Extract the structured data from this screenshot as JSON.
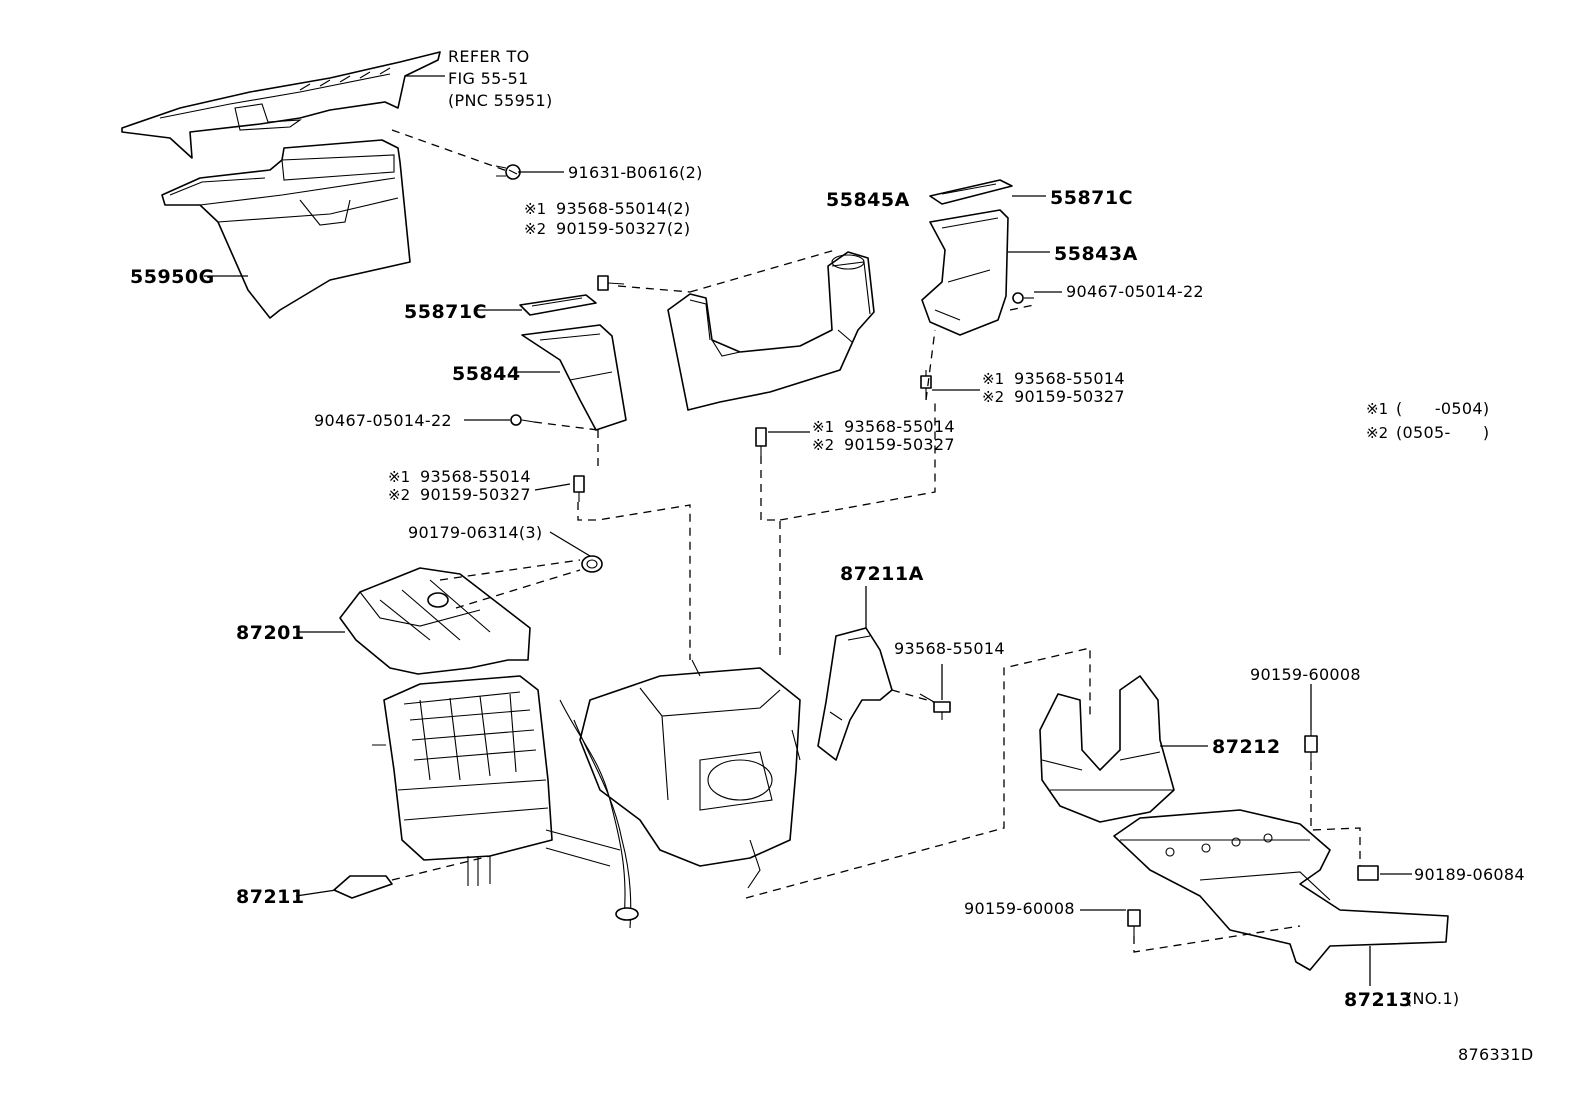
{
  "diagram": {
    "refer_note": [
      "REFER TO",
      "FIG 55-51",
      "(PNC 55951)"
    ],
    "legend": {
      "s1_symbol": "※1",
      "s1_text": "(      -0504)",
      "s2_symbol": "※2",
      "s2_text": "(0505-      )"
    },
    "labels": {
      "p55950G": "55950G",
      "p91631": "91631-B0616(2)",
      "p55845A": "55845A",
      "p55871C_right": "55871C",
      "p55843A": "55843A",
      "p90467_right": "90467-05014-22",
      "p55871C_left": "55871C",
      "p55844": "55844",
      "p90467_left": "90467-05014-22",
      "s1_sym": "※1",
      "s2_sym": "※2",
      "p93568_2": "93568-55014(2)",
      "p90159_2": "90159-50327(2)",
      "p93568_a": "93568-55014",
      "p90159_a": "90159-50327",
      "p93568_b": "93568-55014",
      "p90159_b": "90159-50327",
      "p93568_c": "93568-55014",
      "p90159_c": "90159-50327",
      "p90179": "90179-06314(3)",
      "p87201": "87201",
      "p87211A": "87211A",
      "p93568_single": "93568-55014",
      "p90159_60008_top": "90159-60008",
      "p87212": "87212",
      "p90189": "90189-06084",
      "p90159_60008_bottom": "90159-60008",
      "p87211": "87211",
      "p87213": "87213",
      "p87213_note": "(NO.1)"
    },
    "figure_id": "876331D"
  }
}
